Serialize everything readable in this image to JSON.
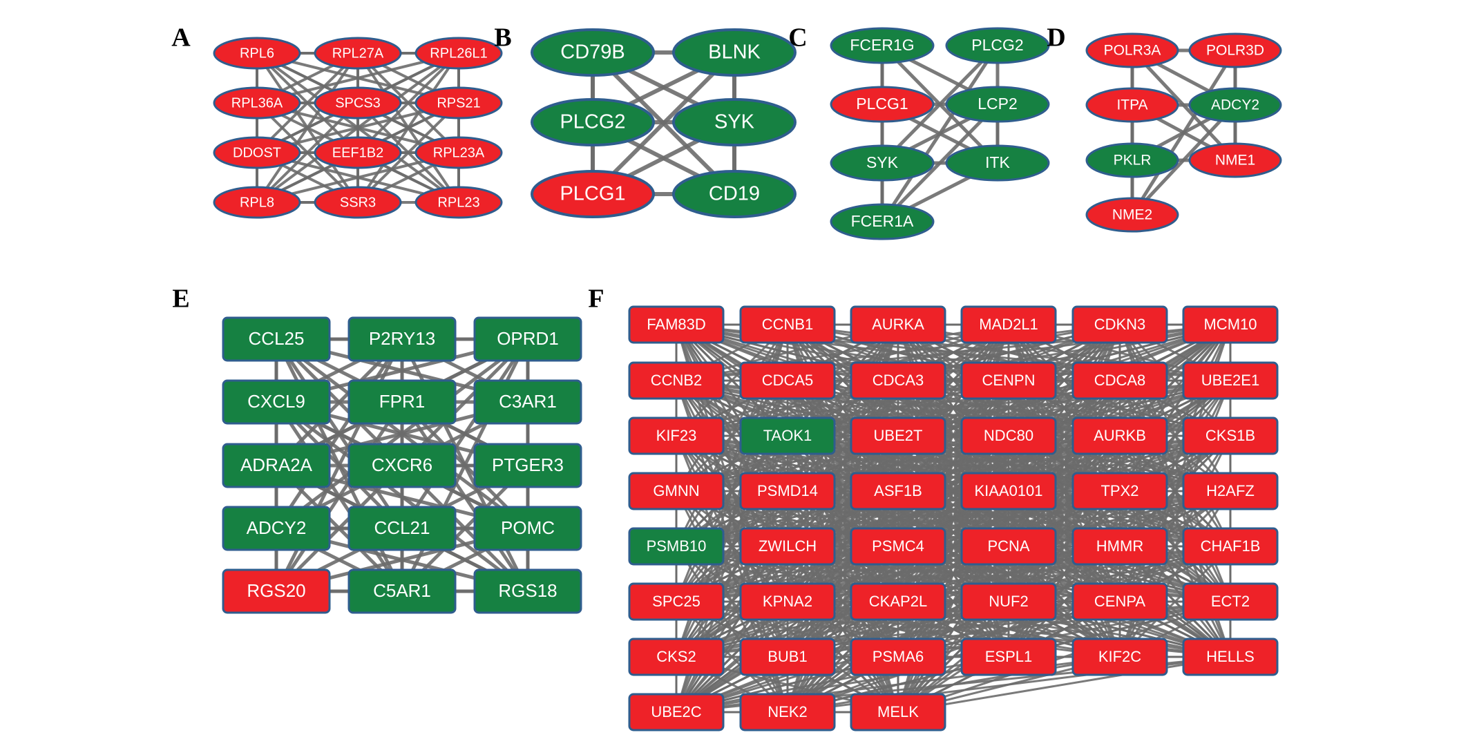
{
  "colors": {
    "up": "#ee2228",
    "down": "#168142",
    "edge": "#6b6b6b",
    "node_border": "#2f5d8e",
    "label": "#ffffff"
  },
  "panels": [
    {
      "label": "A",
      "shape": "ellipse",
      "rows": [
        [
          {
            "name": "RPL6",
            "color": "up"
          },
          {
            "name": "RPL27A",
            "color": "up"
          },
          {
            "name": "RPL26L1",
            "color": "up"
          }
        ],
        [
          {
            "name": "RPL36A",
            "color": "up"
          },
          {
            "name": "SPCS3",
            "color": "up"
          },
          {
            "name": "RPS21",
            "color": "up"
          }
        ],
        [
          {
            "name": "DDOST",
            "color": "up"
          },
          {
            "name": "EEF1B2",
            "color": "up"
          },
          {
            "name": "RPL23A",
            "color": "up"
          }
        ],
        [
          {
            "name": "RPL8",
            "color": "up"
          },
          {
            "name": "SSR3",
            "color": "up"
          },
          {
            "name": "RPL23",
            "color": "up"
          }
        ]
      ]
    },
    {
      "label": "B",
      "shape": "ellipse",
      "rows": [
        [
          {
            "name": "CD79B",
            "color": "down"
          },
          {
            "name": "BLNK",
            "color": "down"
          }
        ],
        [
          {
            "name": "PLCG2",
            "color": "down"
          },
          {
            "name": "SYK",
            "color": "down"
          }
        ],
        [
          {
            "name": "PLCG1",
            "color": "up"
          },
          {
            "name": "CD19",
            "color": "down"
          }
        ]
      ]
    },
    {
      "label": "C",
      "shape": "ellipse",
      "rows": [
        [
          {
            "name": "FCER1G",
            "color": "down"
          },
          {
            "name": "PLCG2",
            "color": "down"
          }
        ],
        [
          {
            "name": "PLCG1",
            "color": "up"
          },
          {
            "name": "LCP2",
            "color": "down"
          }
        ],
        [
          {
            "name": "SYK",
            "color": "down"
          },
          {
            "name": "ITK",
            "color": "down"
          }
        ],
        [
          {
            "name": "FCER1A",
            "color": "down"
          }
        ]
      ]
    },
    {
      "label": "D",
      "shape": "ellipse",
      "rows": [
        [
          {
            "name": "POLR3A",
            "color": "up"
          },
          {
            "name": "POLR3D",
            "color": "up"
          }
        ],
        [
          {
            "name": "ITPA",
            "color": "up"
          },
          {
            "name": "ADCY2",
            "color": "down"
          }
        ],
        [
          {
            "name": "PKLR",
            "color": "down"
          },
          {
            "name": "NME1",
            "color": "up"
          }
        ],
        [
          {
            "name": "NME2",
            "color": "up"
          }
        ]
      ]
    },
    {
      "label": "E",
      "shape": "rect",
      "rows": [
        [
          {
            "name": "CCL25",
            "color": "down"
          },
          {
            "name": "P2RY13",
            "color": "down"
          },
          {
            "name": "OPRD1",
            "color": "down"
          }
        ],
        [
          {
            "name": "CXCL9",
            "color": "down"
          },
          {
            "name": "FPR1",
            "color": "down"
          },
          {
            "name": "C3AR1",
            "color": "down"
          }
        ],
        [
          {
            "name": "ADRA2A",
            "color": "down"
          },
          {
            "name": "CXCR6",
            "color": "down"
          },
          {
            "name": "PTGER3",
            "color": "down"
          }
        ],
        [
          {
            "name": "ADCY2",
            "color": "down"
          },
          {
            "name": "CCL21",
            "color": "down"
          },
          {
            "name": "POMC",
            "color": "down"
          }
        ],
        [
          {
            "name": "RGS20",
            "color": "up"
          },
          {
            "name": "C5AR1",
            "color": "down"
          },
          {
            "name": "RGS18",
            "color": "down"
          }
        ]
      ]
    },
    {
      "label": "F",
      "shape": "rect",
      "rows": [
        [
          {
            "name": "FAM83D",
            "color": "up"
          },
          {
            "name": "CCNB1",
            "color": "up"
          },
          {
            "name": "AURKA",
            "color": "up"
          },
          {
            "name": "MAD2L1",
            "color": "up"
          },
          {
            "name": "CDKN3",
            "color": "up"
          },
          {
            "name": "MCM10",
            "color": "up"
          }
        ],
        [
          {
            "name": "CCNB2",
            "color": "up"
          },
          {
            "name": "CDCA5",
            "color": "up"
          },
          {
            "name": "CDCA3",
            "color": "up"
          },
          {
            "name": "CENPN",
            "color": "up"
          },
          {
            "name": "CDCA8",
            "color": "up"
          },
          {
            "name": "UBE2E1",
            "color": "up"
          }
        ],
        [
          {
            "name": "KIF23",
            "color": "up"
          },
          {
            "name": "TAOK1",
            "color": "down"
          },
          {
            "name": "UBE2T",
            "color": "up"
          },
          {
            "name": "NDC80",
            "color": "up"
          },
          {
            "name": "AURKB",
            "color": "up"
          },
          {
            "name": "CKS1B",
            "color": "up"
          }
        ],
        [
          {
            "name": "GMNN",
            "color": "up"
          },
          {
            "name": "PSMD14",
            "color": "up"
          },
          {
            "name": "ASF1B",
            "color": "up"
          },
          {
            "name": "KIAA0101",
            "color": "up"
          },
          {
            "name": "TPX2",
            "color": "up"
          },
          {
            "name": "H2AFZ",
            "color": "up"
          }
        ],
        [
          {
            "name": "PSMB10",
            "color": "down"
          },
          {
            "name": "ZWILCH",
            "color": "up"
          },
          {
            "name": "PSMC4",
            "color": "up"
          },
          {
            "name": "PCNA",
            "color": "up"
          },
          {
            "name": "HMMR",
            "color": "up"
          },
          {
            "name": "CHAF1B",
            "color": "up"
          }
        ],
        [
          {
            "name": "SPC25",
            "color": "up"
          },
          {
            "name": "KPNA2",
            "color": "up"
          },
          {
            "name": "CKAP2L",
            "color": "up"
          },
          {
            "name": "NUF2",
            "color": "up"
          },
          {
            "name": "CENPA",
            "color": "up"
          },
          {
            "name": "ECT2",
            "color": "up"
          }
        ],
        [
          {
            "name": "CKS2",
            "color": "up"
          },
          {
            "name": "BUB1",
            "color": "up"
          },
          {
            "name": "PSMA6",
            "color": "up"
          },
          {
            "name": "ESPL1",
            "color": "up"
          },
          {
            "name": "KIF2C",
            "color": "up"
          },
          {
            "name": "HELLS",
            "color": "up"
          }
        ],
        [
          {
            "name": "UBE2C",
            "color": "up"
          },
          {
            "name": "NEK2",
            "color": "up"
          },
          {
            "name": "MELK",
            "color": "up"
          }
        ]
      ]
    }
  ]
}
